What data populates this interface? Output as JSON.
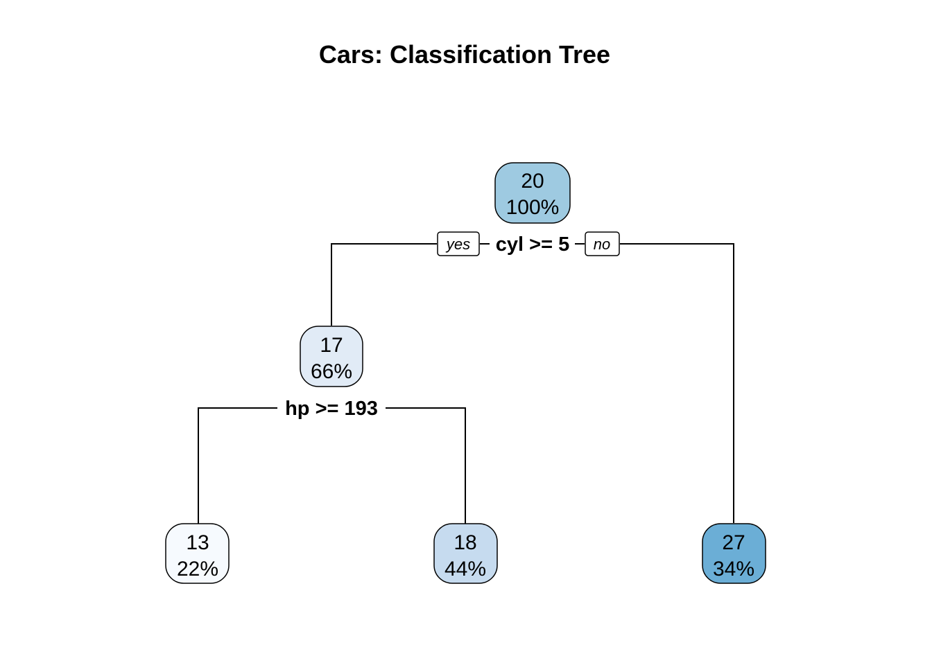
{
  "title": "Cars: Classification Tree",
  "tree": {
    "nodes": {
      "root": {
        "value": "20",
        "percent": "100%",
        "fill": "#9ECAE1"
      },
      "left": {
        "value": "17",
        "percent": "66%",
        "fill": "#E1EBF6"
      },
      "ll": {
        "value": "13",
        "percent": "22%",
        "fill": "#F6FAFE"
      },
      "lr": {
        "value": "18",
        "percent": "44%",
        "fill": "#C6DBEF"
      },
      "right": {
        "value": "27",
        "percent": "34%",
        "fill": "#6BAED6"
      }
    },
    "splits": {
      "root": "cyl >= 5",
      "left": "hp >= 193"
    },
    "branch_labels": {
      "yes": "yes",
      "no": "no"
    }
  }
}
